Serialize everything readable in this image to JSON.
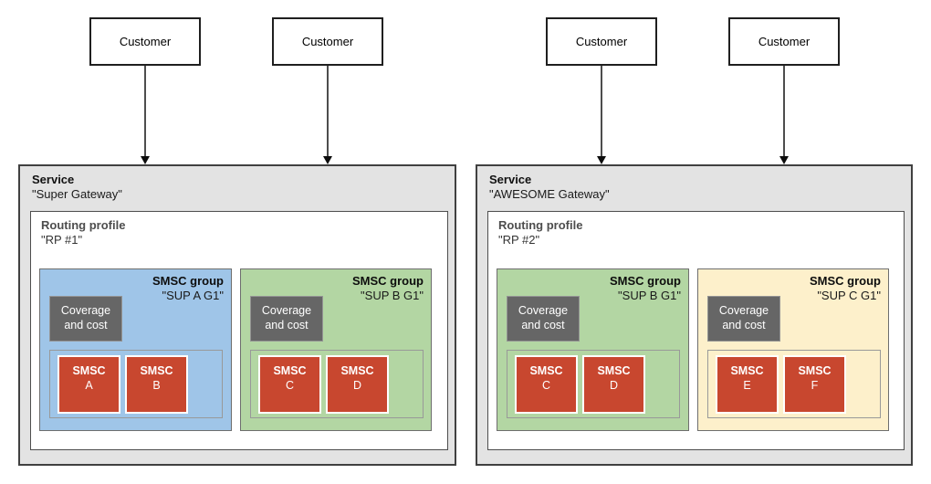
{
  "colors": {
    "page_bg": "#ffffff",
    "service_bg": "#e3e3e3",
    "blue_group": "#9fc5e8",
    "green_group": "#b3d6a3",
    "yellow_group": "#fdf0cb",
    "smsc_red": "#c8472f",
    "coverage_gray": "#666666"
  },
  "customers": [
    {
      "label": "Customer"
    },
    {
      "label": "Customer"
    },
    {
      "label": "Customer"
    },
    {
      "label": "Customer"
    }
  ],
  "services": [
    {
      "title": "Service",
      "name": "\"Super Gateway\"",
      "routing_profile": {
        "title": "Routing profile",
        "name": "\"RP #1\""
      },
      "groups": [
        {
          "title": "SMSC group",
          "name": "\"SUP A G1\"",
          "color": "#9fc5e8",
          "coverage_label": "Coverage and cost",
          "smscs": [
            {
              "label": "SMSC",
              "id": "A"
            },
            {
              "label": "SMSC",
              "id": "B"
            }
          ]
        },
        {
          "title": "SMSC group",
          "name": "\"SUP B G1\"",
          "color": "#b3d6a3",
          "coverage_label": "Coverage and cost",
          "smscs": [
            {
              "label": "SMSC",
              "id": "C"
            },
            {
              "label": "SMSC",
              "id": "D"
            }
          ]
        }
      ]
    },
    {
      "title": "Service",
      "name": "\"AWESOME Gateway\"",
      "routing_profile": {
        "title": "Routing profile",
        "name": "\"RP #2\""
      },
      "groups": [
        {
          "title": "SMSC group",
          "name": "\"SUP B G1\"",
          "color": "#b3d6a3",
          "coverage_label": "Coverage and cost",
          "smscs": [
            {
              "label": "SMSC",
              "id": "C"
            },
            {
              "label": "SMSC",
              "id": "D"
            }
          ]
        },
        {
          "title": "SMSC group",
          "name": "\"SUP C G1\"",
          "color": "#fdf0cb",
          "coverage_label": "Coverage and cost",
          "smscs": [
            {
              "label": "SMSC",
              "id": "E"
            },
            {
              "label": "SMSC",
              "id": "F"
            }
          ]
        }
      ]
    }
  ]
}
